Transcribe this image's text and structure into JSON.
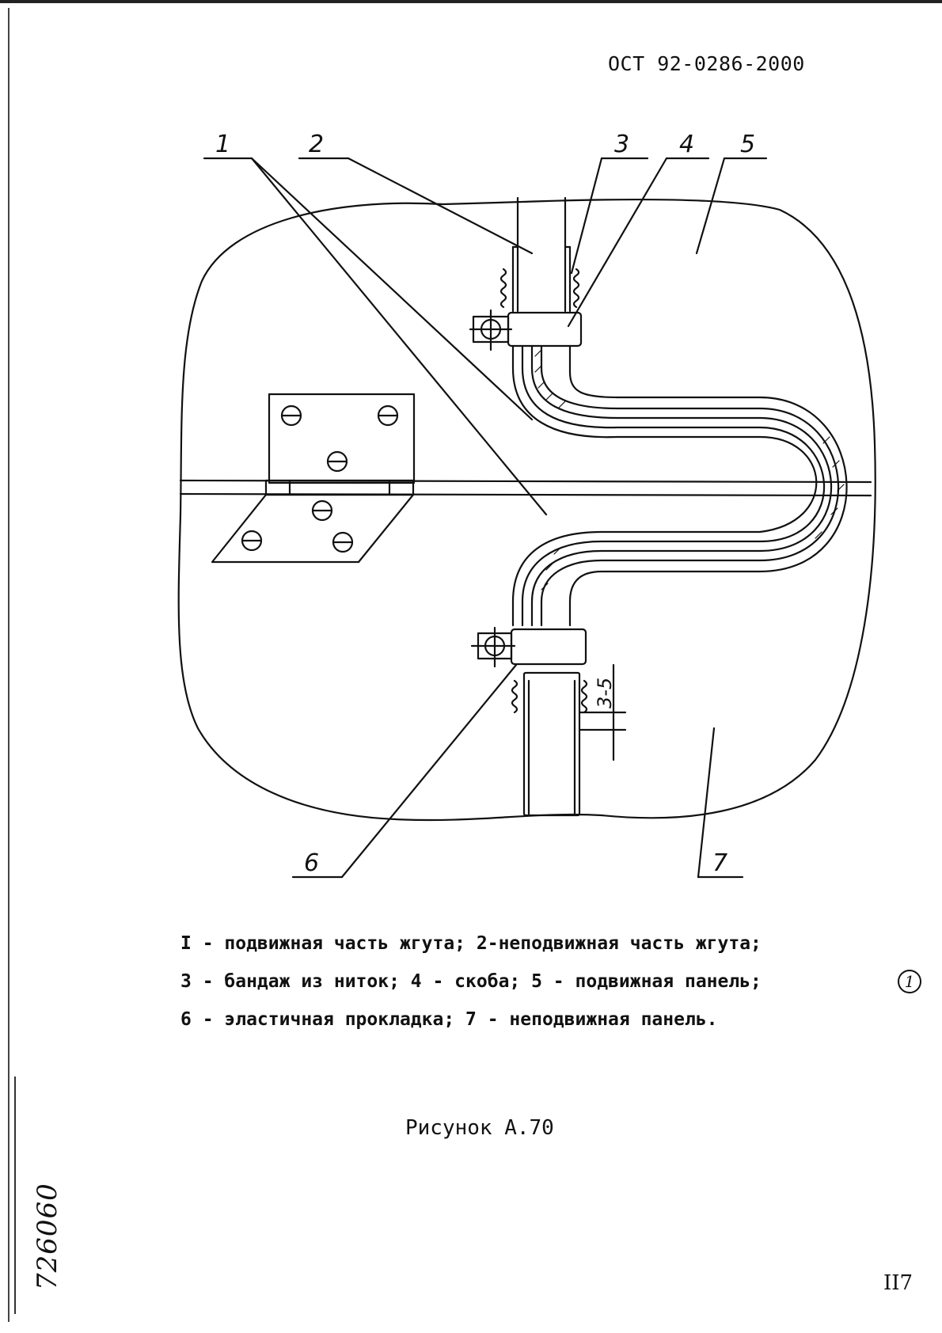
{
  "header": {
    "doc_code": "ОСТ 92-0286-2000"
  },
  "figure": {
    "callouts": [
      "1",
      "2",
      "3",
      "4",
      "5",
      "6",
      "7"
    ],
    "dimension": "3-5",
    "caption": "Рисунок А.70"
  },
  "legend": {
    "line1": "I - подвижная часть жгута; 2-неподвижная часть жгута;",
    "line2": "3 - бандаж из ниток; 4 - скоба; 5 - подвижная панель;",
    "line3": "6 - эластичная прокладка; 7 - неподвижная панель."
  },
  "footer": {
    "page_number": "II7",
    "revision_mark": "1",
    "inventory_number": "726060"
  }
}
